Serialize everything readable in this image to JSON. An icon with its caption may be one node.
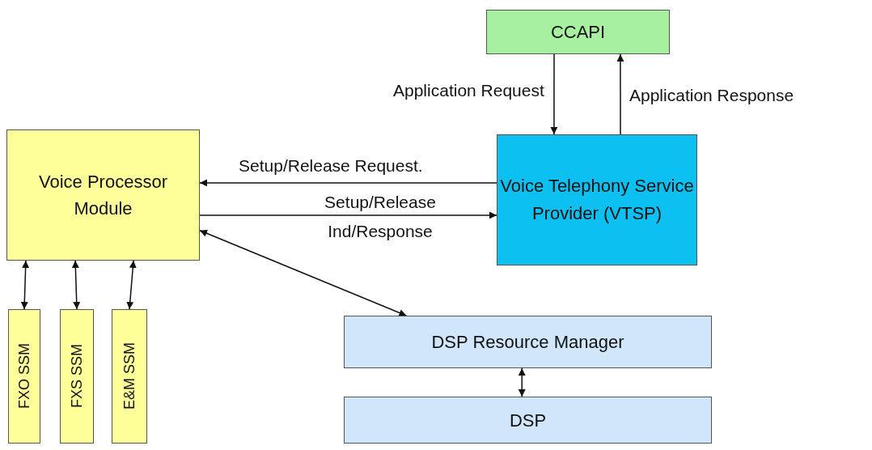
{
  "diagram": {
    "nodes": [
      {
        "text": [
          "CCAPI"
        ]
      },
      {
        "text": [
          "Voice Processor Module"
        ]
      },
      {
        "text": [
          "Voice Telephony Service Provider (VTSP)"
        ]
      },
      {
        "text": [
          "FXO SSM"
        ]
      },
      {
        "text": [
          "FXS SSM"
        ]
      },
      {
        "text": [
          "E&M SSM"
        ]
      },
      {
        "text": [
          "DSP Resource Manager"
        ]
      },
      {
        "text": [
          "DSP"
        ]
      }
    ],
    "edges": [
      {
        "from": 0,
        "to": 2,
        "arrow": "to",
        "label": "Application Request"
      },
      {
        "from": 2,
        "to": 0,
        "arrow": "to",
        "label": "Application Response"
      },
      {
        "from": 2,
        "to": 1,
        "arrow": "to",
        "label": "Setup/Release Request."
      },
      {
        "from": 1,
        "to": 2,
        "arrow": "to",
        "label": "Setup/Release Ind/Response"
      },
      {
        "from": 1,
        "to": 6,
        "arrow": "both"
      },
      {
        "from": 6,
        "to": 7,
        "arrow": "both"
      },
      {
        "from": 1,
        "to": 3,
        "arrow": "both"
      },
      {
        "from": 1,
        "to": 4,
        "arrow": "both"
      },
      {
        "from": 1,
        "to": 5,
        "arrow": "both"
      }
    ]
  }
}
